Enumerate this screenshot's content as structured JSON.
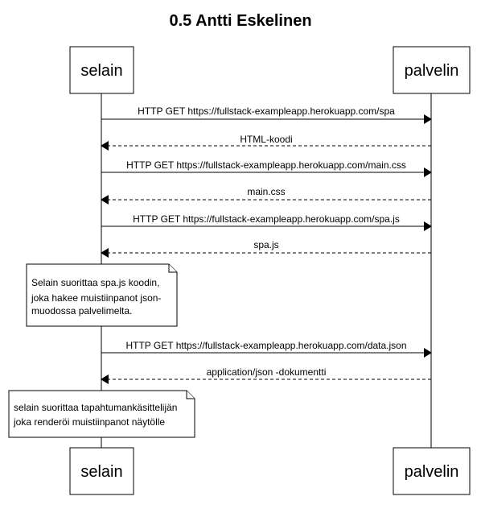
{
  "title": "0.5 Antti Eskelinen",
  "actors": {
    "browser": "selain",
    "server": "palvelin"
  },
  "messages": [
    {
      "from": "browser",
      "to": "server",
      "style": "solid",
      "label": "HTTP GET https://fullstack-exampleapp.herokuapp.com/spa"
    },
    {
      "from": "server",
      "to": "browser",
      "style": "dashed",
      "label": "HTML-koodi"
    },
    {
      "from": "browser",
      "to": "server",
      "style": "solid",
      "label": "HTTP GET https://fullstack-exampleapp.herokuapp.com/main.css"
    },
    {
      "from": "server",
      "to": "browser",
      "style": "dashed",
      "label": "main.css"
    },
    {
      "from": "browser",
      "to": "server",
      "style": "solid",
      "label": "HTTP GET https://fullstack-exampleapp.herokuapp.com/spa.js"
    },
    {
      "from": "server",
      "to": "browser",
      "style": "dashed",
      "label": "spa.js"
    },
    {
      "from": "browser",
      "to": "server",
      "style": "solid",
      "label": "HTTP GET https://fullstack-exampleapp.herokuapp.com/data.json"
    },
    {
      "from": "server",
      "to": "browser",
      "style": "dashed",
      "label": "application/json -dokumentti"
    }
  ],
  "notes": [
    {
      "lines": [
        "Selain suorittaa spa.js koodin,",
        "joka hakee muistiinpanot json-",
        "muodossa palvelimelta."
      ]
    },
    {
      "lines": [
        "selain suorittaa tapahtumankäsittelijän",
        "joka renderöi muistiinpanot näytölle"
      ]
    }
  ]
}
